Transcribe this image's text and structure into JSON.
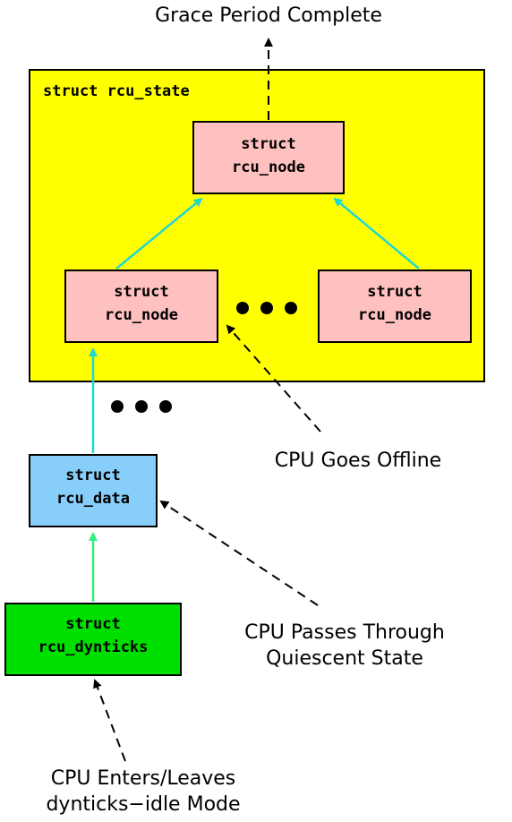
{
  "title": "Grace Period Complete",
  "state": {
    "label": "struct rcu_state"
  },
  "nodes": {
    "root": [
      "struct",
      "rcu_node"
    ],
    "left": [
      "struct",
      "rcu_node"
    ],
    "right": [
      "struct",
      "rcu_node"
    ]
  },
  "data": [
    "struct",
    "rcu_data"
  ],
  "dynticks": [
    "struct",
    "rcu_dynticks"
  ],
  "annotations": {
    "offline": "CPU Goes Offline",
    "quiescent": [
      "CPU Passes Through",
      "Quiescent State"
    ],
    "dynticks": [
      "CPU Enters/Leaves",
      "dynticks−idle Mode"
    ]
  },
  "colors": {
    "state_fill": "#ffff00",
    "node_fill": "#ffc0c0",
    "data_fill": "#87cefa",
    "dynticks_fill": "#00e000",
    "arrow_cyan": "#20d8d0",
    "arrow_green": "#30f080"
  }
}
